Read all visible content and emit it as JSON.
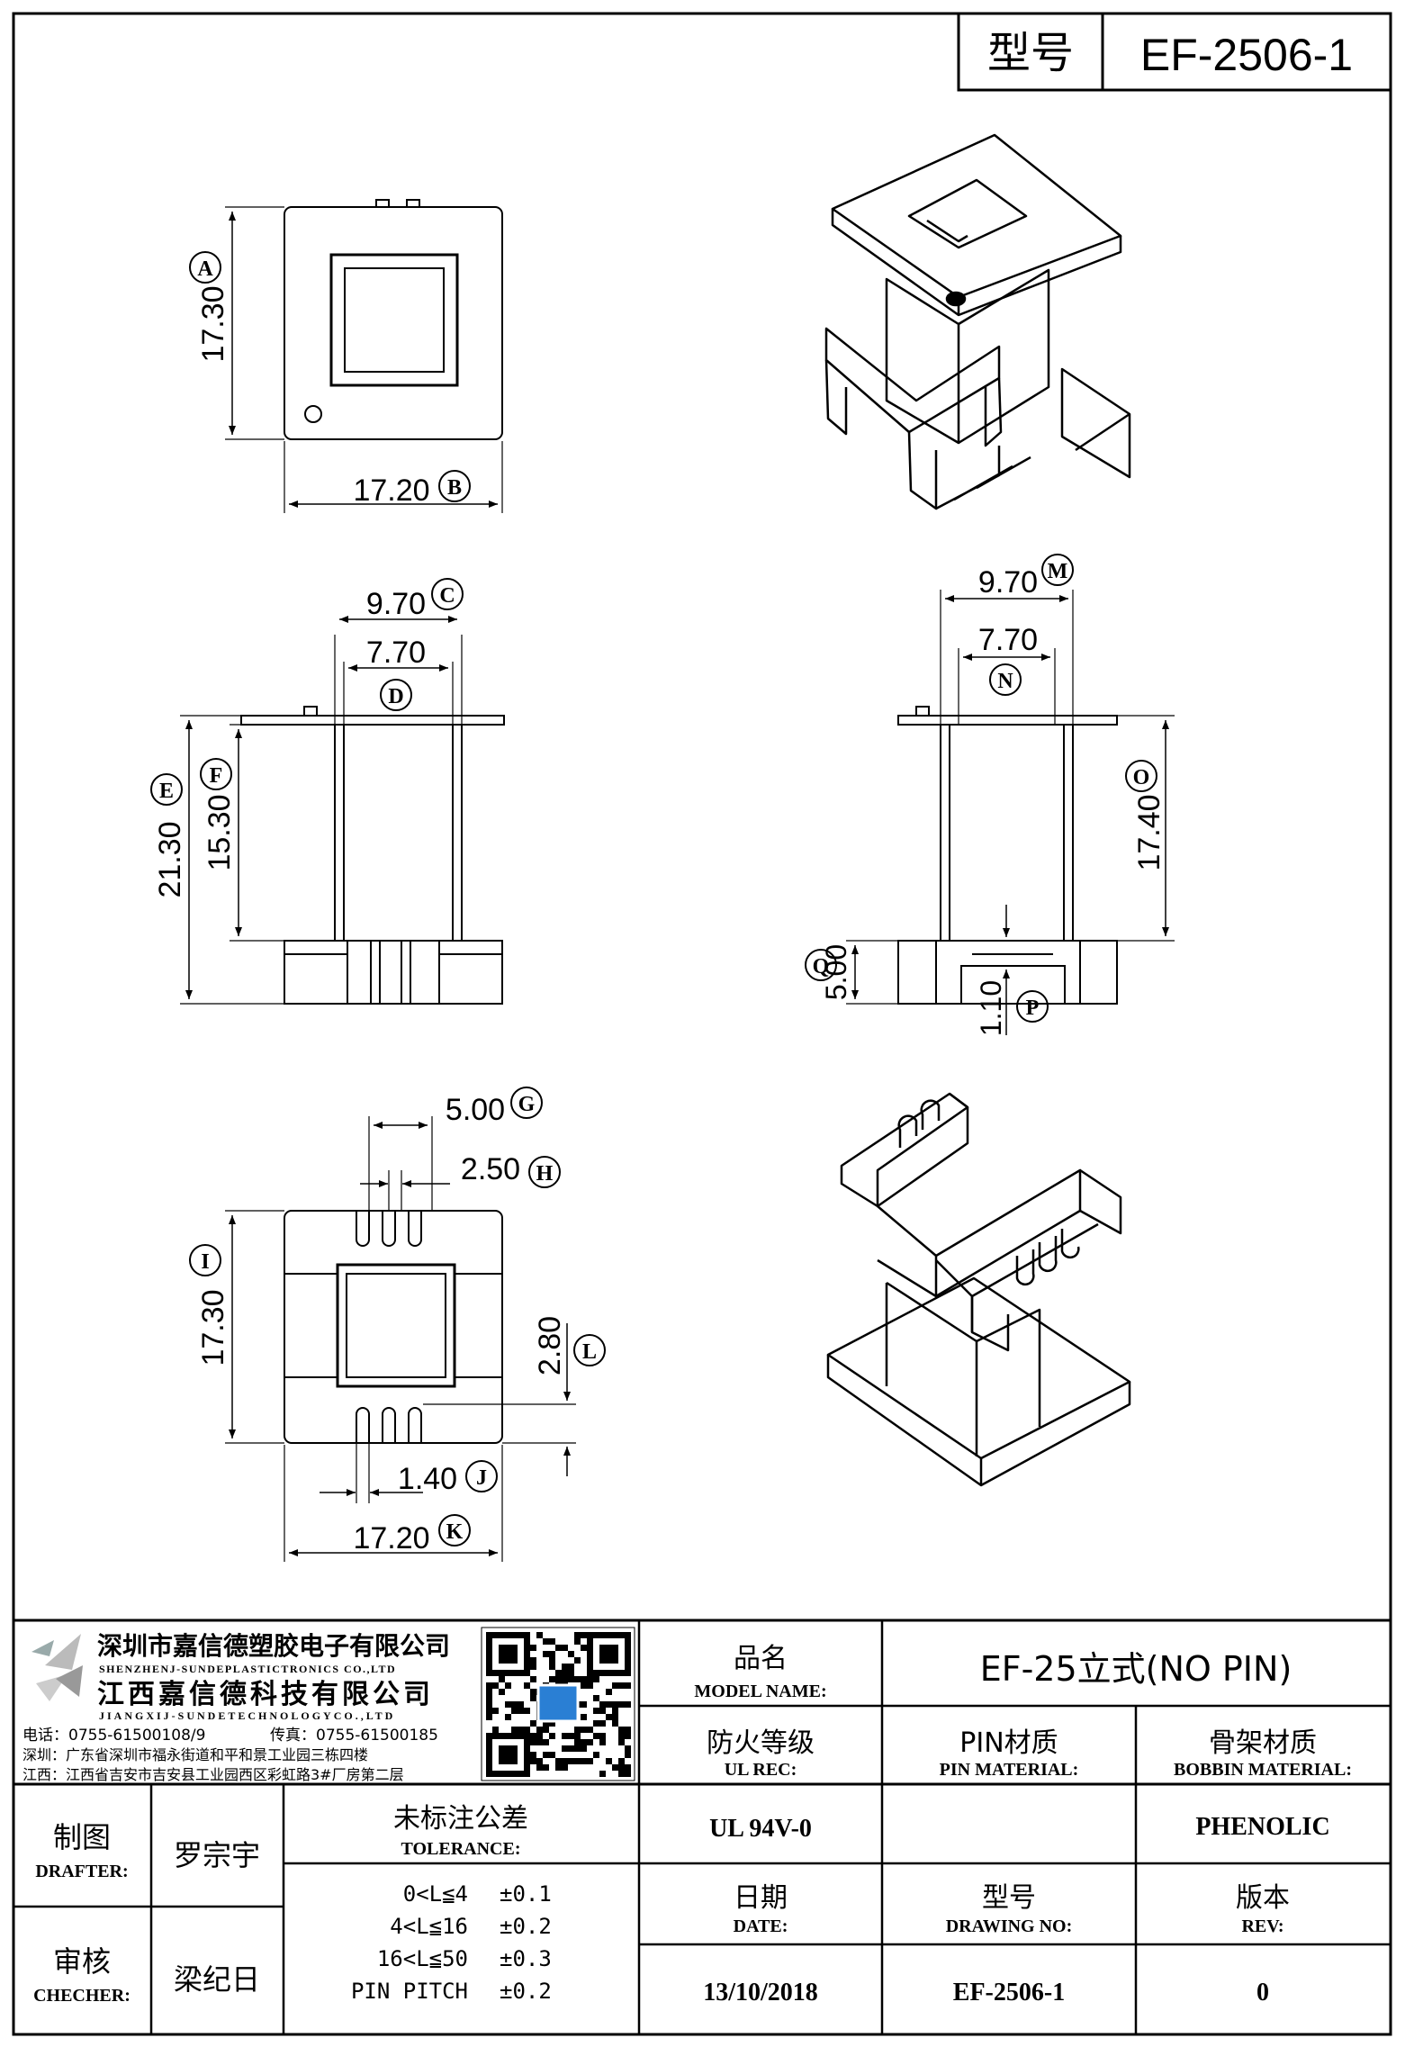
{
  "header": {
    "label": "型号",
    "model": "EF-2506-1"
  },
  "dims": {
    "A": "17.30",
    "B": "17.20",
    "C": "9.70",
    "D": "7.70",
    "E": "21.30",
    "F": "15.30",
    "M": "9.70",
    "N": "7.70",
    "O": "17.40",
    "Q": "5.00",
    "P": "1.10",
    "G": "5.00",
    "H": "2.50",
    "I": "17.30",
    "L": "2.80",
    "J": "1.40",
    "K": "17.20"
  },
  "letters": [
    "A",
    "B",
    "C",
    "D",
    "E",
    "F",
    "M",
    "N",
    "O",
    "Q",
    "P",
    "G",
    "H",
    "I",
    "L",
    "J",
    "K"
  ],
  "company": {
    "name_cn_1": "深圳市嘉信德塑胶电子有限公司",
    "name_en_1": "SHENZHENJ-SUNDEPLASTICTRONICS CO.,LTD",
    "name_cn_2": "江西嘉信德科技有限公司",
    "name_en_2": "JIANGXIJ-SUNDETECHNOLOGYCO.,LTD",
    "phone": "电话：0755-61500108/9",
    "fax": "传真：0755-61500185",
    "addr_sz": "深圳：广东省深圳市福永街道和平和景工业园三栋四楼",
    "addr_jx": "江西：江西省吉安市吉安县工业园西区彩虹路3#厂房第二层"
  },
  "model_name": {
    "cn": "品名",
    "en": "MODEL NAME:",
    "value": "EF-25立式(NO PIN)"
  },
  "ul": {
    "cn": "防火等级",
    "en": "UL REC:",
    "value": "UL 94V-0"
  },
  "pin_material": {
    "cn": "PIN材质",
    "en": "PIN MATERIAL:",
    "value": ""
  },
  "bobbin_material": {
    "cn": "骨架材质",
    "en": "BOBBIN MATERIAL:",
    "value": "PHENOLIC"
  },
  "drafter": {
    "cn": "制图",
    "en": "DRAFTER:",
    "name": "罗宗宇"
  },
  "checker": {
    "cn": "审核",
    "en": "CHECHER:",
    "name": "梁纪日"
  },
  "tolerance": {
    "cn": "未标注公差",
    "en": "TOLERANCE:",
    "rows": [
      {
        "range": "0<L≦4",
        "value": "±0.1"
      },
      {
        "range": "4<L≦16",
        "value": "±0.2"
      },
      {
        "range": "16<L≦50",
        "value": "±0.3"
      },
      {
        "range": "PIN PITCH",
        "value": "±0.2"
      }
    ]
  },
  "date": {
    "cn": "日期",
    "en": "DATE:",
    "value": "13/10/2018"
  },
  "drawing_no": {
    "cn": "型号",
    "en": "DRAWING NO:",
    "value": "EF-2506-1"
  },
  "rev": {
    "cn": "版本",
    "en": "REV:",
    "value": "0"
  }
}
